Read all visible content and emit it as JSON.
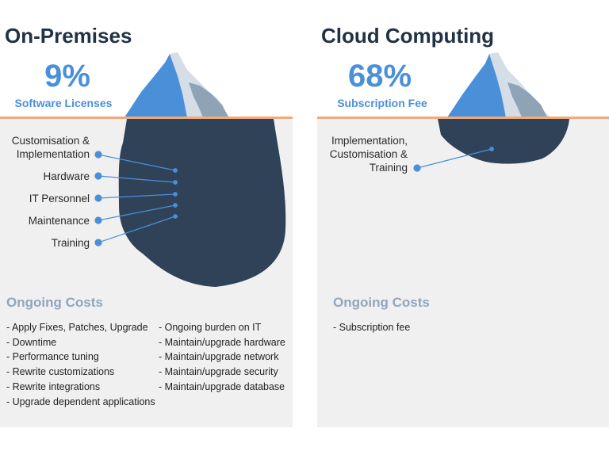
{
  "left": {
    "title": "On-Premises",
    "percent": "9%",
    "percent_label": "Software Licenses",
    "costs": [
      {
        "label": "Customisation &\nImplementation"
      },
      {
        "label": "Hardware"
      },
      {
        "label": "IT Personnel"
      },
      {
        "label": "Maintenance"
      },
      {
        "label": "Training"
      }
    ],
    "ongoing_title": "Ongoing Costs",
    "ongoing_col1": [
      "- Apply Fixes, Patches, Upgrade",
      "- Downtime",
      "- Performance tuning",
      "- Rewrite customizations",
      "- Rewrite integrations",
      "- Upgrade dependent applications"
    ],
    "ongoing_col2": [
      "- Ongoing burden on IT",
      "- Maintain/upgrade hardware",
      "- Maintain/upgrade network",
      "- Maintain/upgrade security",
      "- Maintain/upgrade database"
    ]
  },
  "right": {
    "title": "Cloud Computing",
    "percent": "68%",
    "percent_label": "Subscription Fee",
    "costs": [
      {
        "label": "Implementation,\nCustomisation &\nTraining"
      }
    ],
    "ongoing_title": "Ongoing Costs",
    "ongoing_col1": [
      "- Subscription fee"
    ]
  },
  "colors": {
    "iceberg_dark": "#2f4258",
    "iceberg_blue": "#4a90d9",
    "iceberg_light": "#cfd9e3",
    "waterline": "#f0a97a",
    "accent": "#4a90d9"
  }
}
